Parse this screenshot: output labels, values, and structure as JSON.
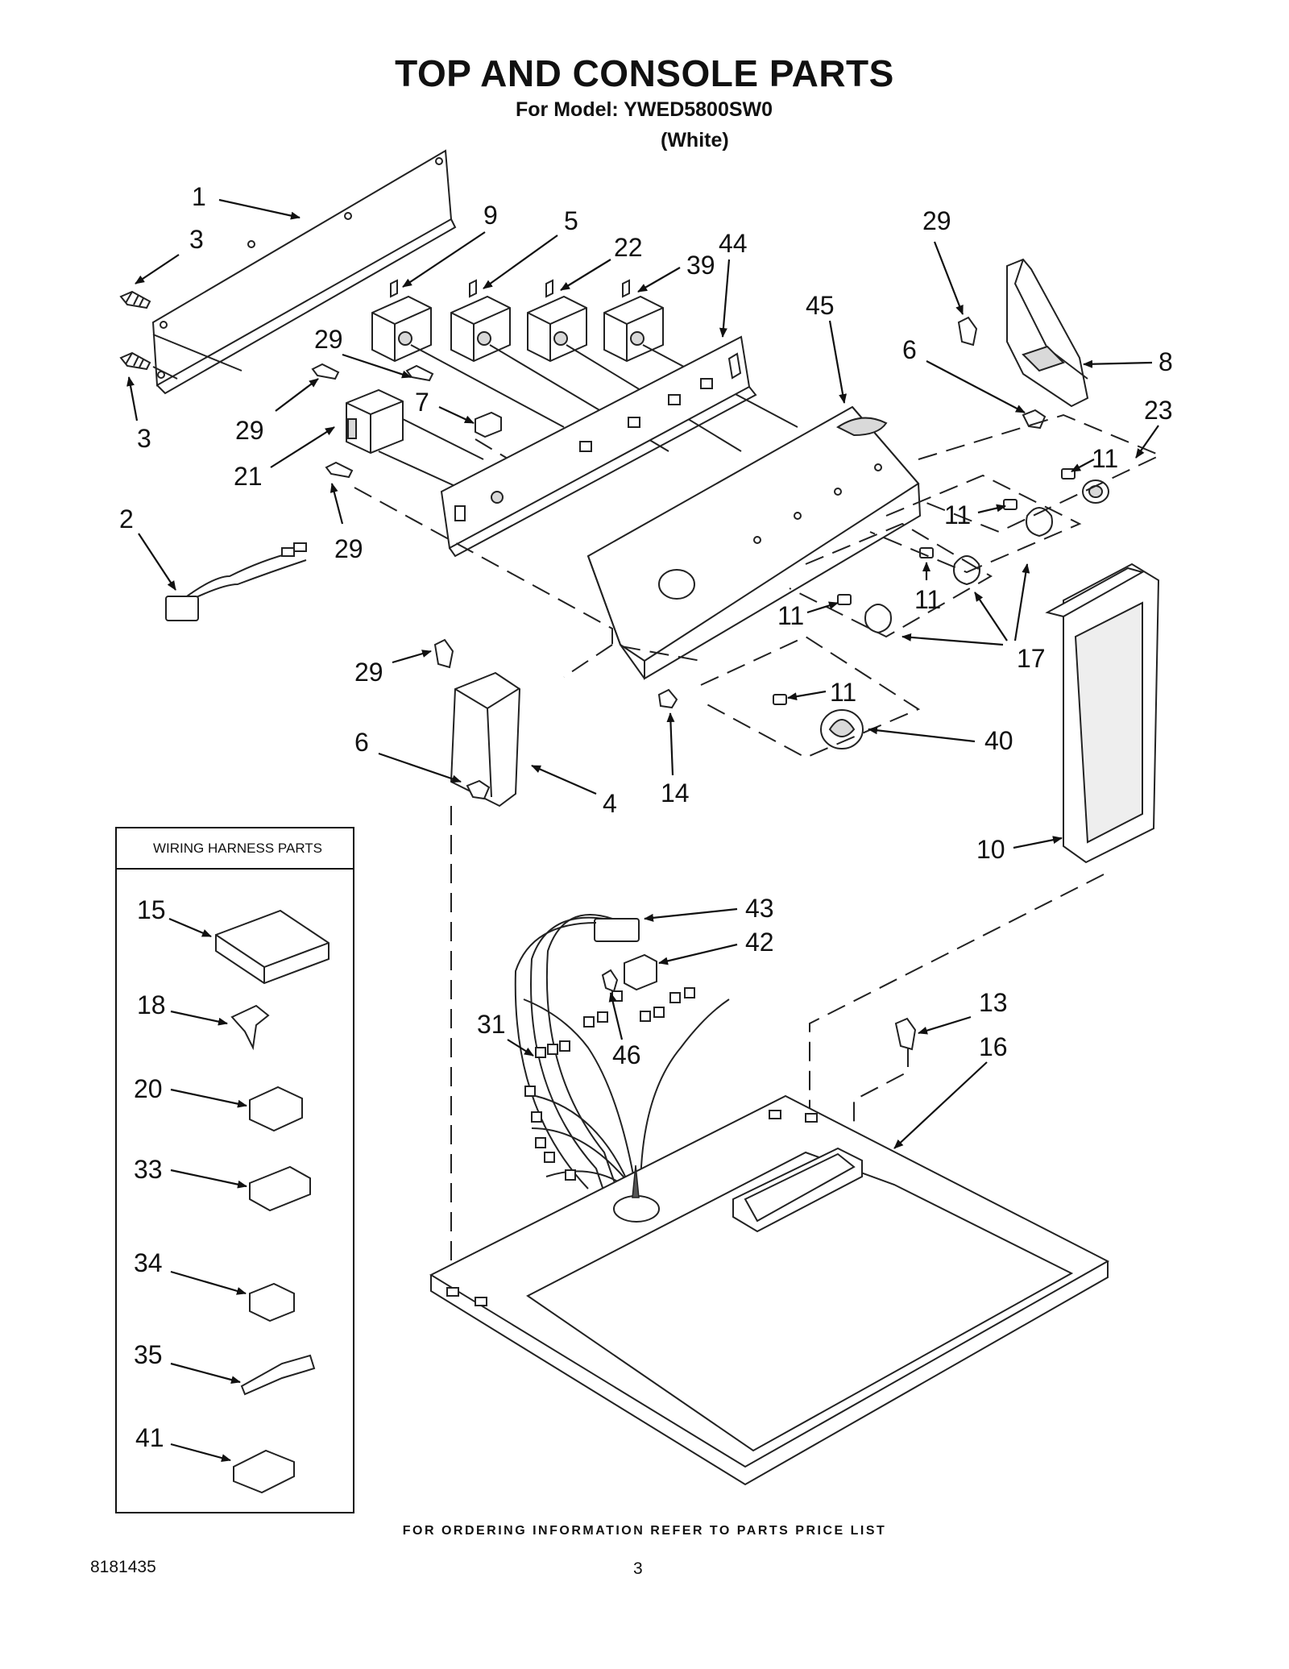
{
  "header": {
    "title": "TOP AND CONSOLE PARTS",
    "model_line": "For Model: YWED5800SW0",
    "color_line": "(White)"
  },
  "harness_box": {
    "title": "WIRING HARNESS PARTS",
    "items": [
      "15",
      "18",
      "20",
      "33",
      "34",
      "35",
      "41"
    ]
  },
  "callouts": {
    "c1": "1",
    "c2": "2",
    "c3a": "3",
    "c3b": "3",
    "c4": "4",
    "c5": "5",
    "c6a": "6",
    "c6b": "6",
    "c7": "7",
    "c8": "8",
    "c9": "9",
    "c10": "10",
    "c11a": "11",
    "c11b": "11",
    "c11c": "11",
    "c11d": "11",
    "c11e": "11",
    "c13": "13",
    "c14": "14",
    "c16": "16",
    "c17": "17",
    "c21": "21",
    "c22": "22",
    "c23": "23",
    "c29a": "29",
    "c29b": "29",
    "c29c": "29",
    "c29d": "29",
    "c29e": "29",
    "c31": "31",
    "c39": "39",
    "c40": "40",
    "c42": "42",
    "c43": "43",
    "c44": "44",
    "c45": "45",
    "c46": "46"
  },
  "footer": {
    "note": "FOR ORDERING INFORMATION REFER TO PARTS PRICE LIST",
    "doc_number": "8181435",
    "page_number": "3"
  }
}
